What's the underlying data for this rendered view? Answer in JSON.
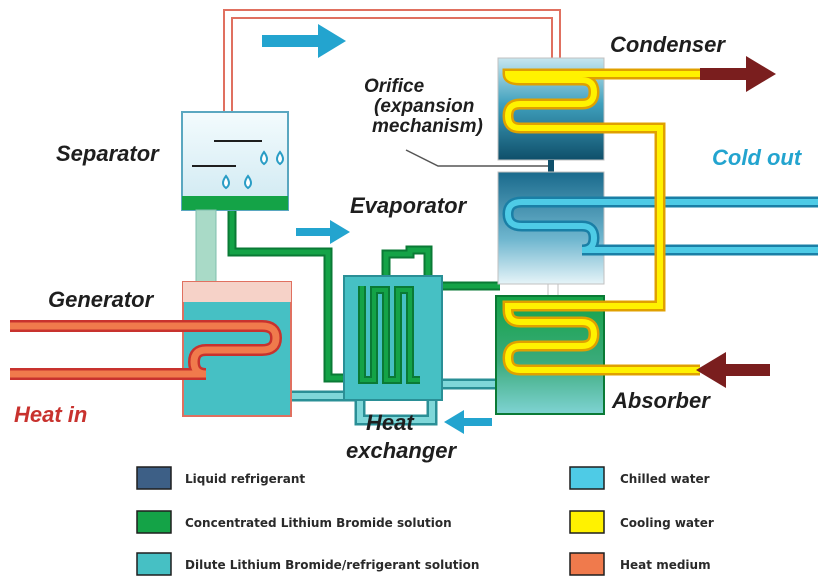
{
  "labels": {
    "condenser": "Condenser",
    "orifice_line1": "Orifice",
    "orifice_line2": "(expansion",
    "orifice_line3": "mechanism)",
    "separator": "Separator",
    "cold_out": "Cold out",
    "evaporator": "Evaporator",
    "generator": "Generator",
    "absorber": "Absorber",
    "heat_in": "Heat in",
    "heat_exchanger_line1": "Heat",
    "heat_exchanger_line2": "exchanger"
  },
  "legend": [
    {
      "label": "Liquid refrigerant",
      "color": "#3d5f86"
    },
    {
      "label": "Concentrated Lithium Bromide solution",
      "color": "#14a347"
    },
    {
      "label": "Dilute Lithium Bromide/refrigerant solution",
      "color": "#46c0c4"
    },
    {
      "label": "Chilled water",
      "color": "#4ecbe6"
    },
    {
      "label": "Cooling water",
      "color": "#fff200"
    },
    {
      "label": "Heat medium",
      "color": "#f07a4c"
    }
  ],
  "colors": {
    "liquid_refrigerant": "#0f5a78",
    "concentrated_libr": "#14a347",
    "dilute_libr": "#46c0c4",
    "chilled_water": "#4ecbe6",
    "cooling_water": "#fff200",
    "heat_medium": "#f07a4c",
    "flow_arrow": "#23a4cf",
    "cooling_arrow": "#7a1e1e"
  }
}
